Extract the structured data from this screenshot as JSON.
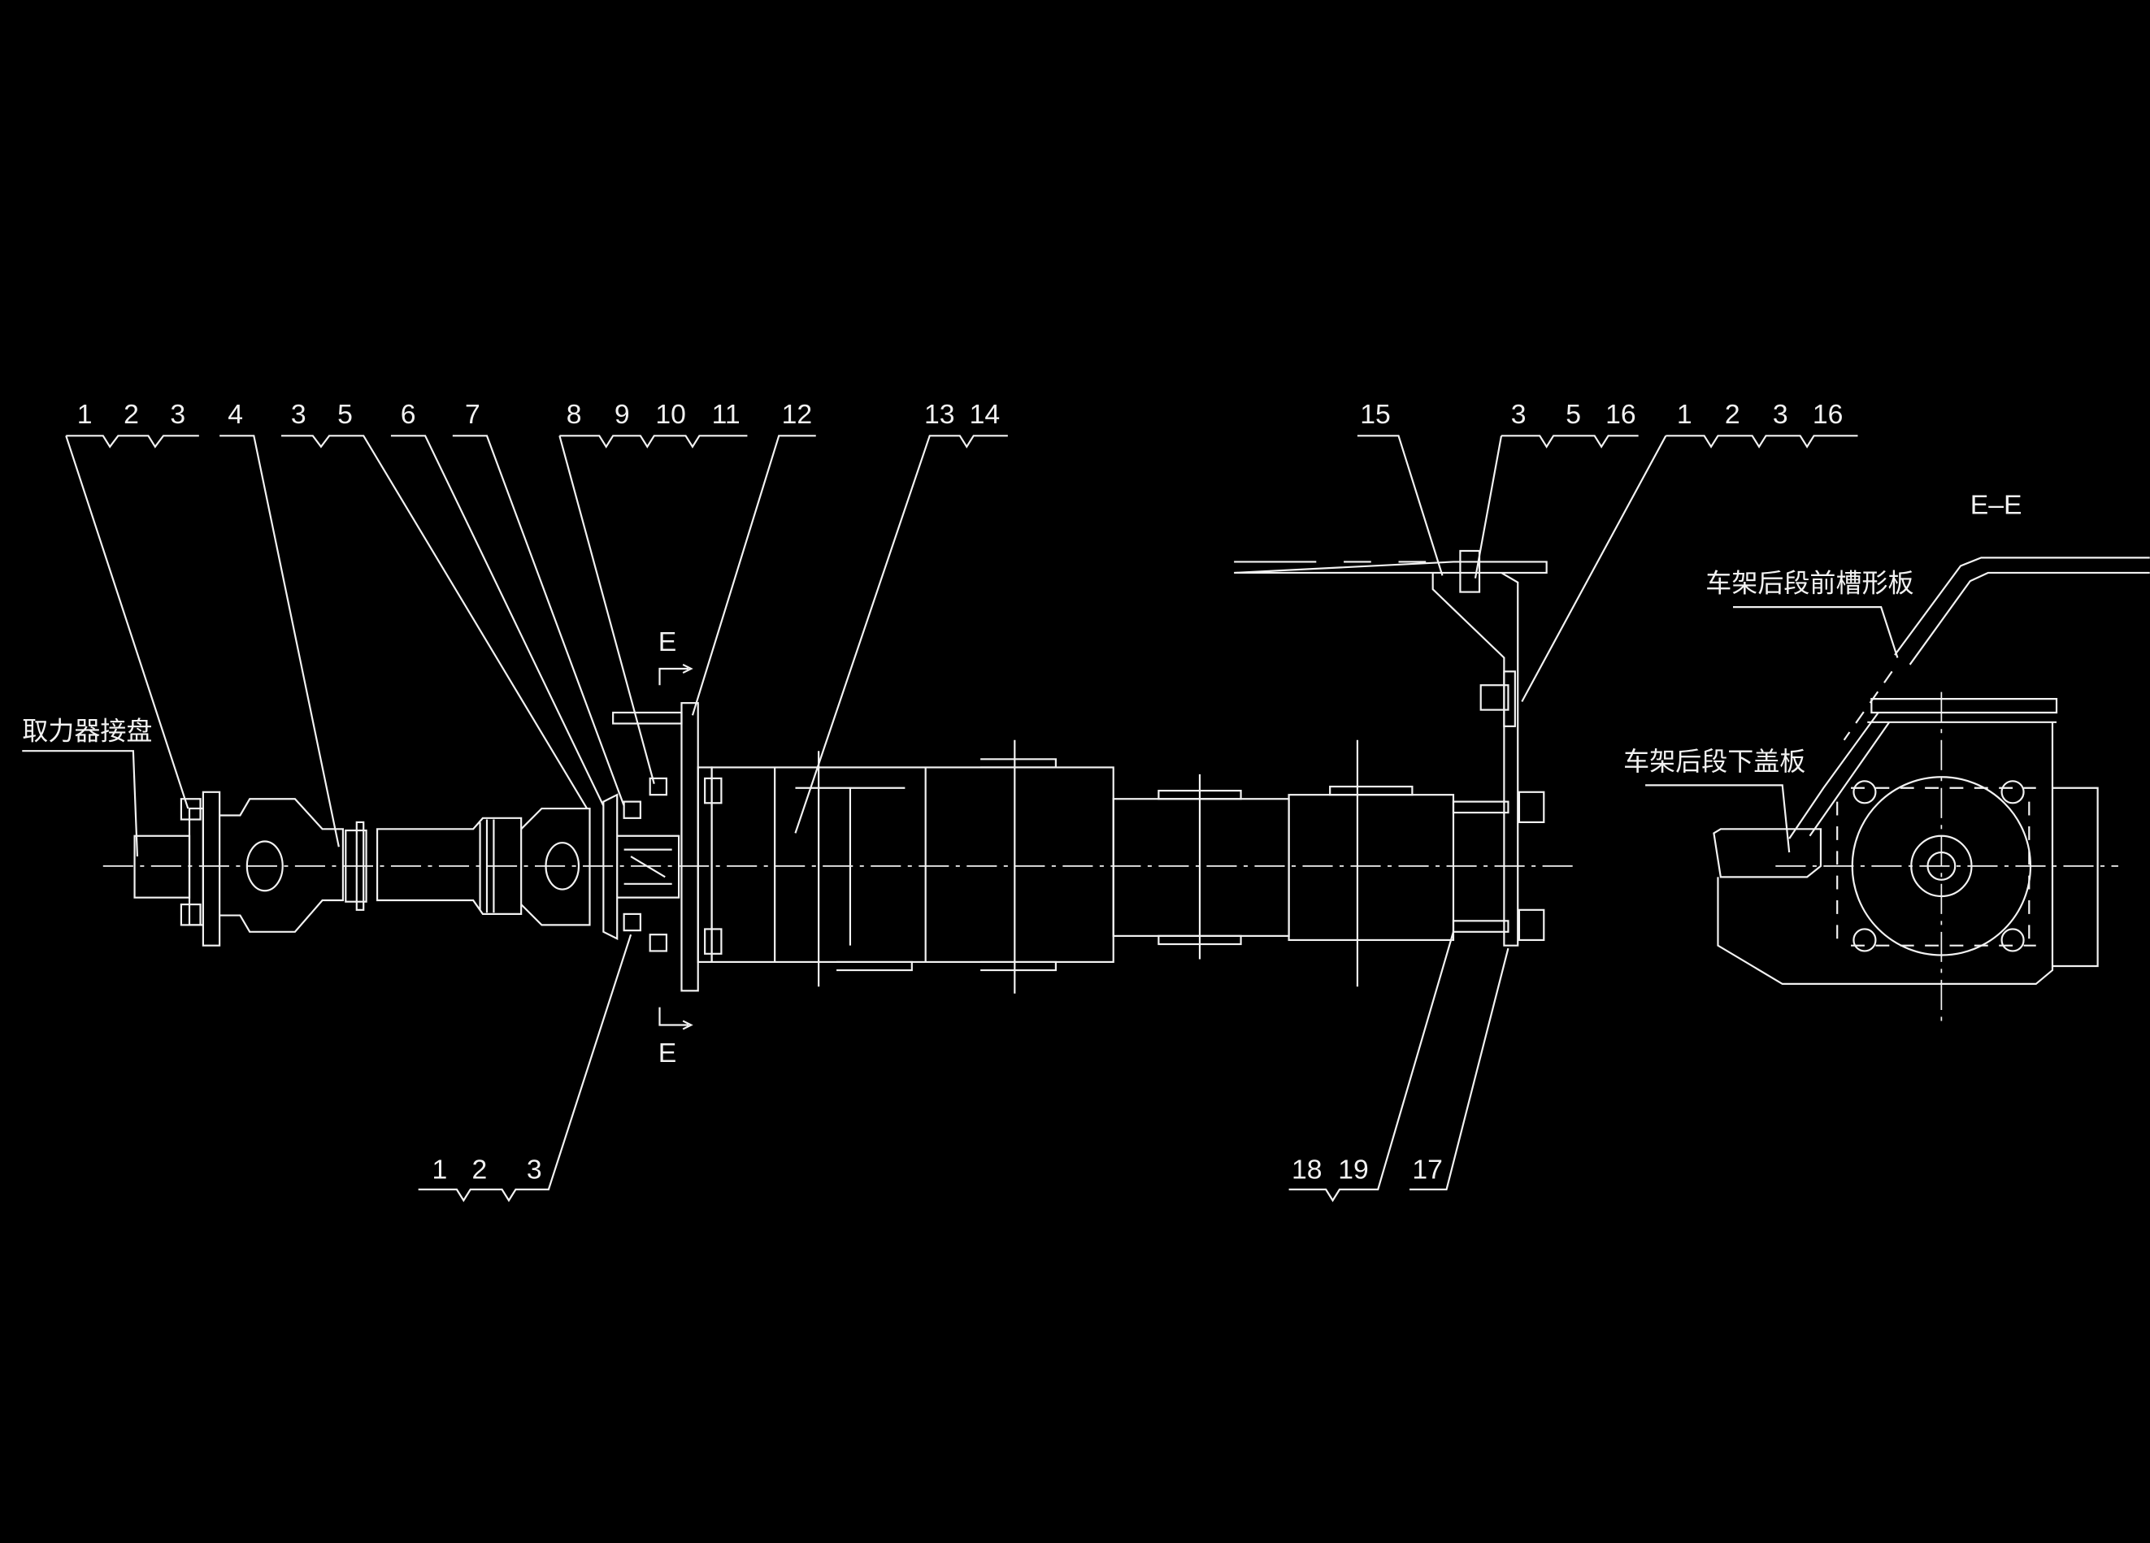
{
  "top_callouts": {
    "c1": [
      "1",
      "2",
      "3"
    ],
    "c2": [
      "4"
    ],
    "c3": [
      "3",
      "5"
    ],
    "c4": [
      "6"
    ],
    "c5": [
      "7"
    ],
    "c6": [
      "8",
      "9",
      "10",
      "11"
    ],
    "c7": [
      "12"
    ],
    "c8": [
      "13",
      "14"
    ],
    "c9": [
      "15"
    ],
    "c10": [
      "3",
      "5",
      "16"
    ],
    "c11": [
      "1",
      "2",
      "3",
      "16"
    ]
  },
  "bottom_callouts": {
    "b1": [
      "1",
      "2",
      "3"
    ],
    "b2": [
      "18",
      "19"
    ],
    "b3": [
      "17"
    ]
  },
  "section_marks": {
    "top": "E",
    "bottom": "E",
    "view_title": "E–E"
  },
  "annotations": {
    "pto_flange": "取力器接盘",
    "frame_channel": "车架后段前槽形板",
    "frame_cover": "车架后段下盖板"
  }
}
